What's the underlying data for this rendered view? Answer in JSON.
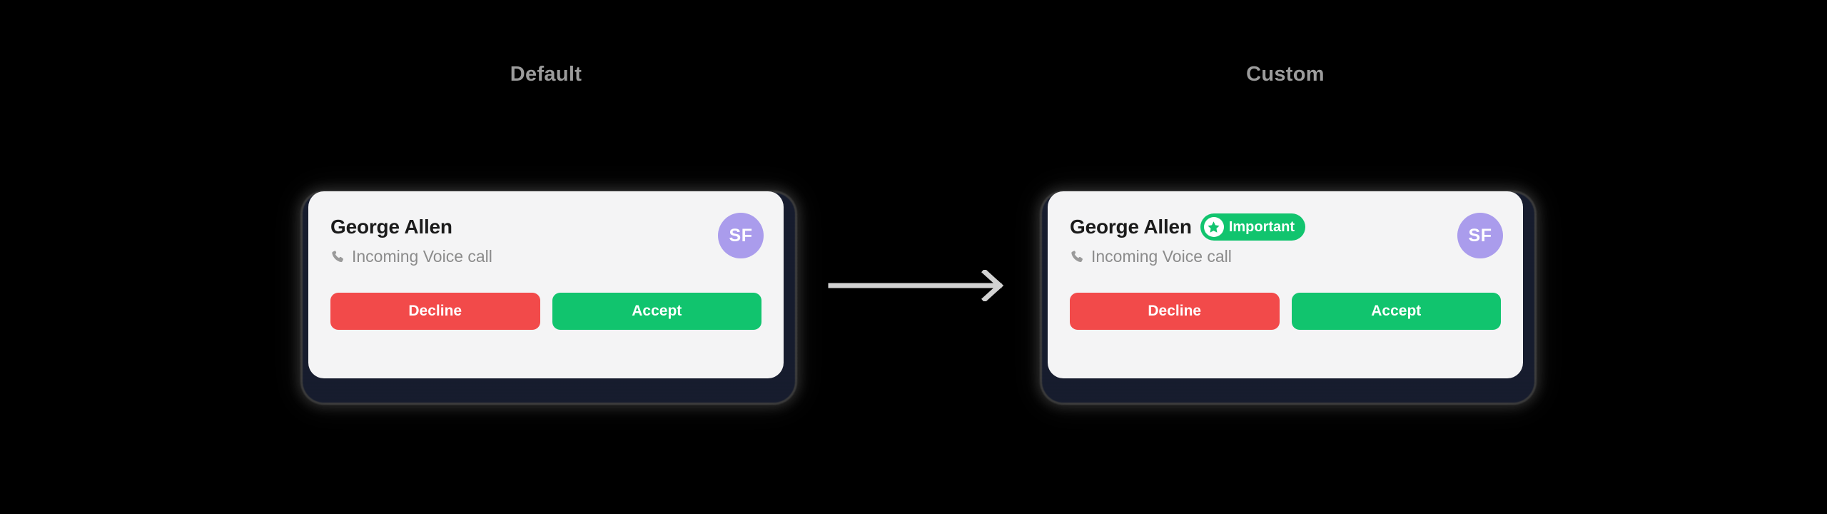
{
  "background_color": "#000000",
  "columns": [
    {
      "caption": "Default"
    },
    {
      "caption": "Custom"
    }
  ],
  "arrow": {
    "icon": "arrow-right-icon",
    "color": "#d2d2d2",
    "direction": "right"
  },
  "cards": {
    "default": {
      "caption": "Default",
      "contact_name": "George Allen",
      "subtitle": "Incoming Voice call",
      "subtitle_icon": "phone-call-icon",
      "avatar": {
        "initials": "SF",
        "color": "#aa9cec",
        "text_color": "#ffffff"
      },
      "badge": null,
      "buttons": {
        "decline": {
          "label": "Decline",
          "color": "#f24a4a"
        },
        "accept": {
          "label": "Accept",
          "color": "#11c46e"
        }
      },
      "surface_color": "#f4f4f5"
    },
    "custom": {
      "caption": "Custom",
      "contact_name": "George Allen",
      "subtitle": "Incoming Voice call",
      "subtitle_icon": "phone-call-icon",
      "avatar": {
        "initials": "SF",
        "color": "#aa9cec",
        "text_color": "#ffffff"
      },
      "badge": {
        "label": "Important",
        "icon": "star-icon",
        "background_color": "#11c46e",
        "text_color": "#ffffff"
      },
      "buttons": {
        "decline": {
          "label": "Decline",
          "color": "#f24a4a"
        },
        "accept": {
          "label": "Accept",
          "color": "#11c46e"
        }
      },
      "surface_color": "#f4f4f5"
    }
  }
}
